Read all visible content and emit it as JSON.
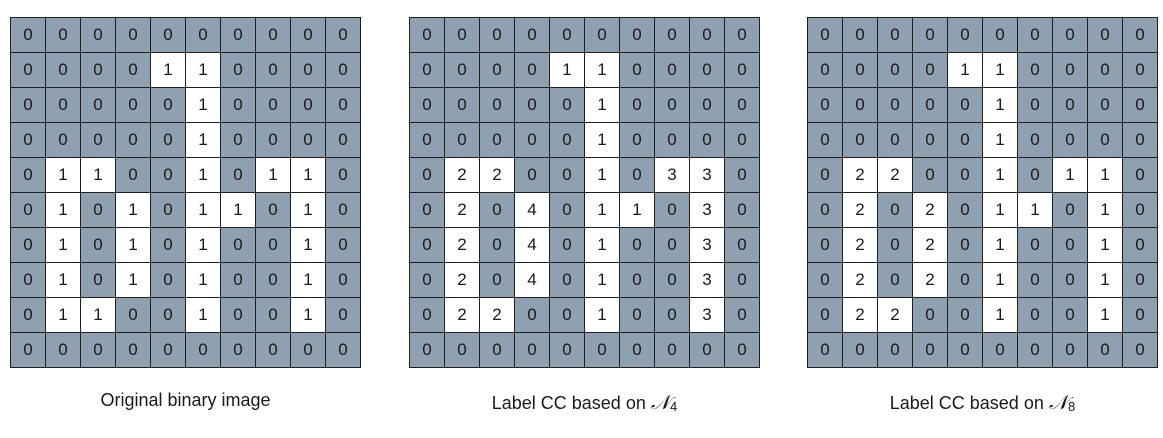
{
  "panels": [
    {
      "caption": "Original binary image",
      "grid": [
        [
          0,
          0,
          0,
          0,
          0,
          0,
          0,
          0,
          0,
          0
        ],
        [
          0,
          0,
          0,
          0,
          1,
          1,
          0,
          0,
          0,
          0
        ],
        [
          0,
          0,
          0,
          0,
          0,
          1,
          0,
          0,
          0,
          0
        ],
        [
          0,
          0,
          0,
          0,
          0,
          1,
          0,
          0,
          0,
          0
        ],
        [
          0,
          1,
          1,
          0,
          0,
          1,
          0,
          1,
          1,
          0
        ],
        [
          0,
          1,
          0,
          1,
          0,
          1,
          1,
          0,
          1,
          0
        ],
        [
          0,
          1,
          0,
          1,
          0,
          1,
          0,
          0,
          1,
          0
        ],
        [
          0,
          1,
          0,
          1,
          0,
          1,
          0,
          0,
          1,
          0
        ],
        [
          0,
          1,
          1,
          0,
          0,
          1,
          0,
          0,
          1,
          0
        ],
        [
          0,
          0,
          0,
          0,
          0,
          0,
          0,
          0,
          0,
          0
        ]
      ]
    },
    {
      "caption": "Label CC based on ",
      "caption_symbol": "𝒩",
      "caption_sub": "4",
      "grid": [
        [
          0,
          0,
          0,
          0,
          0,
          0,
          0,
          0,
          0,
          0
        ],
        [
          0,
          0,
          0,
          0,
          1,
          1,
          0,
          0,
          0,
          0
        ],
        [
          0,
          0,
          0,
          0,
          0,
          1,
          0,
          0,
          0,
          0
        ],
        [
          0,
          0,
          0,
          0,
          0,
          1,
          0,
          0,
          0,
          0
        ],
        [
          0,
          2,
          2,
          0,
          0,
          1,
          0,
          3,
          3,
          0
        ],
        [
          0,
          2,
          0,
          4,
          0,
          1,
          1,
          0,
          3,
          0
        ],
        [
          0,
          2,
          0,
          4,
          0,
          1,
          0,
          0,
          3,
          0
        ],
        [
          0,
          2,
          0,
          4,
          0,
          1,
          0,
          0,
          3,
          0
        ],
        [
          0,
          2,
          2,
          0,
          0,
          1,
          0,
          0,
          3,
          0
        ],
        [
          0,
          0,
          0,
          0,
          0,
          0,
          0,
          0,
          0,
          0
        ]
      ]
    },
    {
      "caption": "Label CC based on ",
      "caption_symbol": "𝒩",
      "caption_sub": "8",
      "grid": [
        [
          0,
          0,
          0,
          0,
          0,
          0,
          0,
          0,
          0,
          0
        ],
        [
          0,
          0,
          0,
          0,
          1,
          1,
          0,
          0,
          0,
          0
        ],
        [
          0,
          0,
          0,
          0,
          0,
          1,
          0,
          0,
          0,
          0
        ],
        [
          0,
          0,
          0,
          0,
          0,
          1,
          0,
          0,
          0,
          0
        ],
        [
          0,
          2,
          2,
          0,
          0,
          1,
          0,
          1,
          1,
          0
        ],
        [
          0,
          2,
          0,
          2,
          0,
          1,
          1,
          0,
          1,
          0
        ],
        [
          0,
          2,
          0,
          2,
          0,
          1,
          0,
          0,
          1,
          0
        ],
        [
          0,
          2,
          0,
          2,
          0,
          1,
          0,
          0,
          1,
          0
        ],
        [
          0,
          2,
          2,
          0,
          0,
          1,
          0,
          0,
          1,
          0
        ],
        [
          0,
          0,
          0,
          0,
          0,
          0,
          0,
          0,
          0,
          0
        ]
      ]
    }
  ],
  "colors": {
    "background_cell": "#8fa0b1",
    "foreground_cell": "#ffffff",
    "grid_line": "#1f1f1f"
  }
}
